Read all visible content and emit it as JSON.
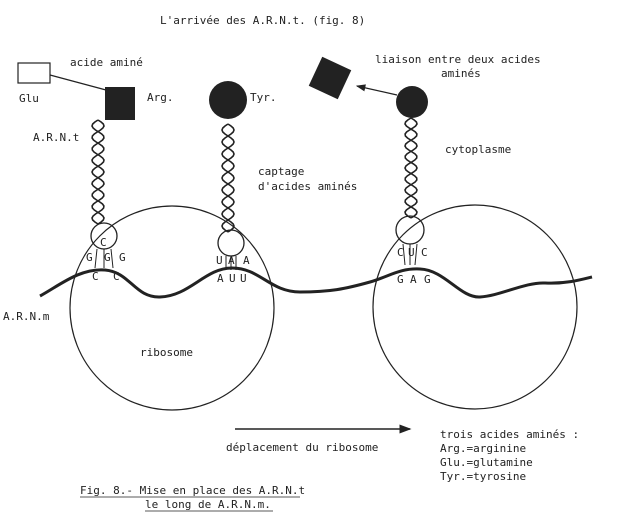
{
  "title": "L'arrivée des A.R.N.t. (fig. 8)",
  "labels": {
    "acide_amine": "acide aminé",
    "glu": "Glu",
    "arg": "Arg.",
    "tyr": "Tyr.",
    "arnt": "A.R.N.t",
    "arnm": "A.R.N.m",
    "liaison_line1": "liaison entre deux acides",
    "liaison_line2": "aminés",
    "captage_line1": "captage",
    "captage_line2": "d'acides aminés",
    "cytoplasme": "cytoplasme",
    "ribosome": "ribosome",
    "deplacement": "déplacement du ribosome"
  },
  "codons": {
    "trna1_anticodon": [
      "G",
      "C",
      "G",
      "G"
    ],
    "mrna1": [
      "C",
      "C"
    ],
    "trna2_anticodon": [
      "U",
      "A",
      "A"
    ],
    "mrna2": [
      "A",
      "U",
      "U"
    ],
    "trna3_anticodon": [
      "C",
      "U",
      "C"
    ],
    "mrna3": [
      "G",
      "A",
      "G"
    ]
  },
  "legend": {
    "title": "trois acides aminés :",
    "items": [
      "Arg.=arginine",
      "Glu.=glutamine",
      "Tyr.=tyrosine"
    ]
  },
  "caption": {
    "line1": "Fig. 8.- Mise en place des A.R.N.t",
    "line2": "le long de A.R.N.m."
  }
}
